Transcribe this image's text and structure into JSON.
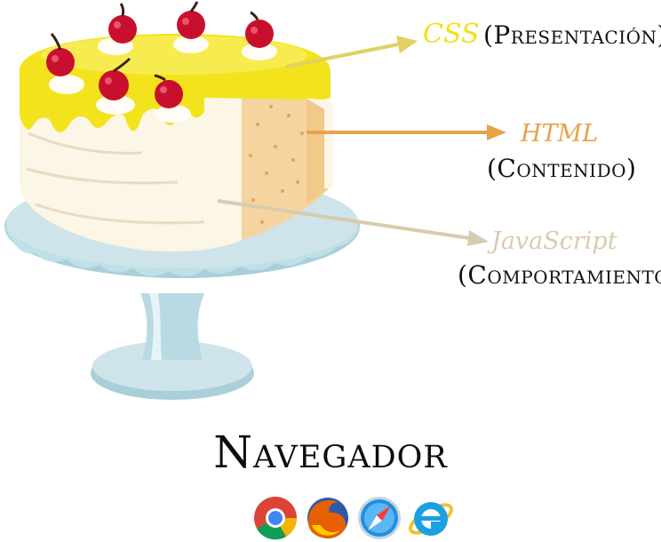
{
  "labels": {
    "css": {
      "tech": "CSS",
      "desc": "(Presentación)",
      "color": "#f2e21a"
    },
    "html": {
      "tech": "HTML",
      "desc": "(Contenido)",
      "color": "#e7a24a"
    },
    "js": {
      "tech": "JavaScript",
      "desc": "(Comportamientos)",
      "color": "#d8cbb0"
    }
  },
  "title": "Navegador",
  "browsers": [
    {
      "icon": "chrome-icon"
    },
    {
      "icon": "firefox-icon"
    },
    {
      "icon": "safari-icon"
    },
    {
      "icon": "internet-explorer-icon"
    }
  ],
  "colors": {
    "icing": "#f3e31d",
    "cake": "#fbf6e5",
    "sponge": "#f6d49f",
    "stand": "#cfe4ea",
    "cherry": "#c8102e"
  }
}
